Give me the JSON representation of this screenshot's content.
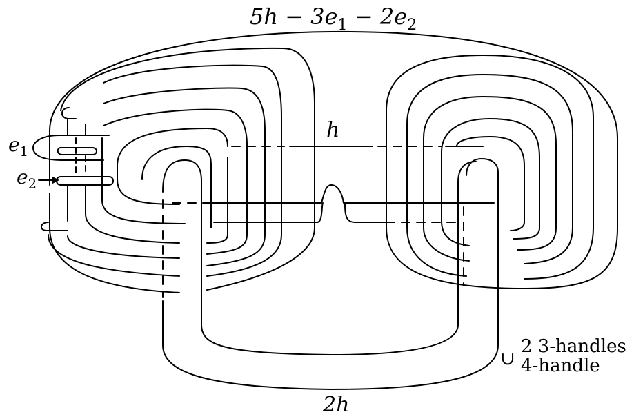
{
  "labels": {
    "framing_label_main": "5h − 3e",
    "framing_label_sub1": "1",
    "framing_label_mid": " − 2e",
    "framing_label_sub2": "2",
    "h_label": "h",
    "e1_main": "e",
    "e1_sub": "1",
    "e2_main": "e",
    "e2_sub": "2",
    "bottom_label": "2h",
    "cup_symbol": "∪",
    "handles_line1": "2 3-handles",
    "handles_line2": "4-handle"
  },
  "colors": {
    "stroke": "#000000",
    "background": "#ffffff"
  }
}
